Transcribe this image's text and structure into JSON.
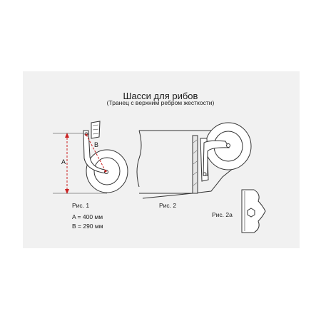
{
  "title": "Шасси для рибов",
  "subtitle": "(Транец с верхним ребром жесткости)",
  "figures": {
    "fig1": {
      "caption": "Рис. 1",
      "label_a": "A",
      "label_b": "B"
    },
    "fig2": {
      "caption": "Рис. 2"
    },
    "fig2a": {
      "caption": "Рис. 2a"
    }
  },
  "dimensions": {
    "a": "A = 400 мм",
    "b": "B = 290 мм"
  },
  "colors": {
    "sheet": "#f1f1f1",
    "line": "#333333",
    "dimension_line": "#cc2222"
  }
}
